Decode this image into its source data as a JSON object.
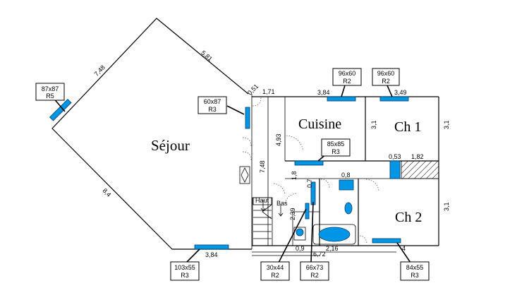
{
  "rooms": {
    "sejour": "Séjour",
    "cuisine": "Cuisine",
    "ch1": "Ch 1",
    "ch2": "Ch 2"
  },
  "dimensions": {
    "d_748_top": "7,48",
    "d_581": "5,81",
    "d_051": "0,51",
    "d_171": "1,71",
    "d_384_top": "3,84",
    "d_349": "3,49",
    "d_31_ch1": "3,1",
    "d_31_ch1_right": "3,1",
    "d_493": "4,93",
    "d_053": "0,53",
    "d_182": "1,82",
    "d_748_left": "7,48",
    "d_18": "1,8",
    "d_07": "0,7",
    "d_08": "0,8",
    "d_84": "8,4",
    "d_239": "2,39",
    "d_31_ch2": "3,1",
    "d_384_bottom": "3,84",
    "d_09": "0,9",
    "d_216": "2,16",
    "d_672": "6,72",
    "d_4": "4"
  },
  "stairs": {
    "haut": "Haut",
    "bas": "Bas"
  },
  "radiators": [
    {
      "size": "87x87",
      "type": "R5"
    },
    {
      "size": "60x87",
      "type": "R3"
    },
    {
      "size": "96x60",
      "type": "R2"
    },
    {
      "size": "96x60",
      "type": "R2"
    },
    {
      "size": "85x85",
      "type": "R3"
    },
    {
      "size": "103x55",
      "type": "R3"
    },
    {
      "size": "30x44",
      "type": "R2"
    },
    {
      "size": "66x73",
      "type": "R2"
    },
    {
      "size": "84x55",
      "type": "R3"
    }
  ],
  "colors": {
    "radiator_fill": "#0096e6",
    "radiator_stroke": "#003a66",
    "wall": "#000000"
  }
}
